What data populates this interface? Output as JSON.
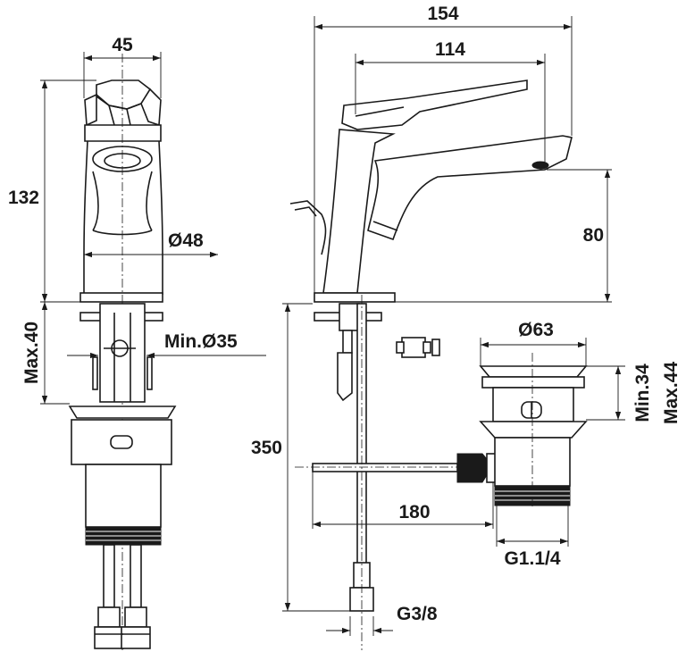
{
  "dimensions": {
    "side_overall_width": "154",
    "spout_reach": "114",
    "front_width": "45",
    "total_height": "132",
    "spout_height": "80",
    "base_diameter": "Ø48",
    "hole_min_diameter": "Min.Ø35",
    "deck_max_thickness": "Max.40",
    "hose_length": "350",
    "pop_up_rod_length": "180",
    "hose_thread": "G3/8",
    "waste_diameter": "Ø63",
    "basin_min_thickness": "Min.34",
    "basin_max_thickness": "Max.44",
    "waste_thread": "G1.1/4"
  }
}
